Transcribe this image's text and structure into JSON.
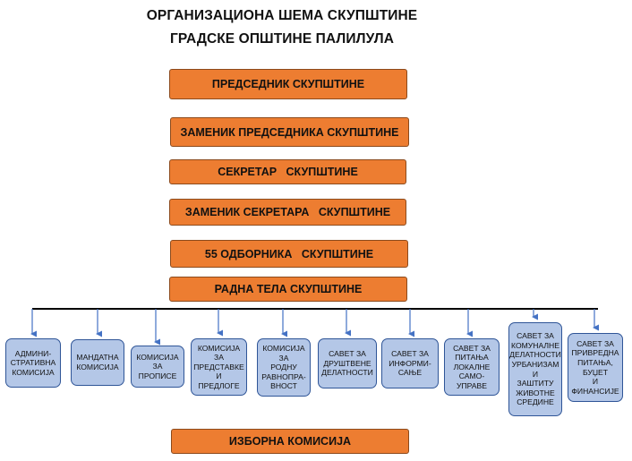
{
  "title": {
    "line1": "ОРГАНИЗАЦИОНА ШЕМА СКУПШТИНЕ",
    "line2": "ГРАДСКЕ ОПШТИНЕ ПАЛИЛУЛА"
  },
  "hierarchy": [
    "ПРЕДСЕДНИК СКУПШТИНЕ",
    "ЗАМЕНИК ПРЕДСЕДНИКА СКУПШТИНЕ",
    "СЕКРЕТАР   СКУПШТИНЕ",
    "ЗАМЕНИК СЕКРЕТАРА   СКУПШТИНЕ",
    "55 ОДБОРНИКА   СКУПШТИНЕ",
    "РАДНА ТЕЛА СКУПШТИНЕ"
  ],
  "bodies": [
    "АДМИНИ-\nСТРАТИВНА\nКОМИСИЈА",
    "МАНДАТНА\nКОМИСИЈА",
    "КОМИСИЈА\nЗА\nПРОПИСЕ",
    "КОМИСИЈА ЗА\nПРЕДСТАВКЕ\nИ\nПРЕДЛОГЕ",
    "КОМИСИЈА\nЗА\nРОДНУ\nРАВНОПРА-\nВНОСТ",
    "САВЕТ ЗА\nДРУШТВЕНЕ\nДЕЛАТНОСТИ",
    "САВЕТ ЗА\nИНФОРМИ-\nСАЊЕ",
    "САВЕТ ЗА\nПИТАЊА\nЛОКАЛНЕ\nСАМО-\nУПРАВЕ",
    "САВЕТ ЗА\nКОМУНАЛНЕ\nДЕЛАТНОСТИ\nУРБАНИЗАМ\nИ\nЗАШТИТУ\nЖИВОТНЕ\nСРЕДИНЕ",
    "САВЕТ ЗА\nПРИВРЕДНА\nПИТАЊА,\nБУЏЕТ\nИ\nФИНАНСИЈЕ"
  ],
  "bottom_box": "ИЗБОРНА КОМИСИЈА",
  "colors": {
    "orange": "#ed7d31",
    "blue_fill": "#b4c7e7",
    "blue_border": "#2f5597",
    "arrow": "#4472c4"
  }
}
